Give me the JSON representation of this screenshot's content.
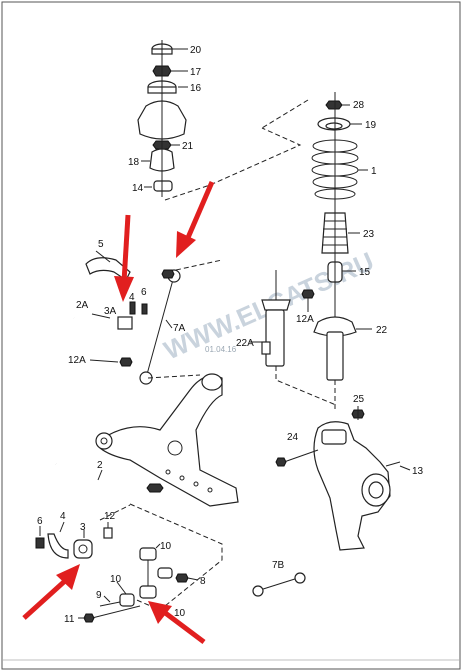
{
  "watermark": "WWW.ELCATS.RU",
  "stamp": "01.04.16",
  "colors": {
    "arrow": "#e11f1f",
    "line": "#222222",
    "border": "#555555"
  },
  "callouts": {
    "c20": "20",
    "c17": "17",
    "c16": "16",
    "c21": "21",
    "c18": "18",
    "c14": "14",
    "c28": "28",
    "c19": "19",
    "c1": "1",
    "c23": "23",
    "c15": "15",
    "c22": "22",
    "c22A": "22A",
    "c12A_r": "12A",
    "c5": "5",
    "c4_top": "4",
    "c6_top": "6",
    "c3A": "3A",
    "c2A": "2A",
    "c7A": "7A",
    "c12A_l": "12A",
    "c25": "25",
    "c24": "24",
    "c13": "13",
    "c2": "2",
    "c6_bot": "6",
    "c4_bot": "4",
    "c3": "3",
    "c12": "12",
    "c10_a": "10",
    "c10_b": "10",
    "c10_c": "10",
    "c8": "8",
    "c9": "9",
    "c11": "11",
    "c7B": "7B"
  }
}
